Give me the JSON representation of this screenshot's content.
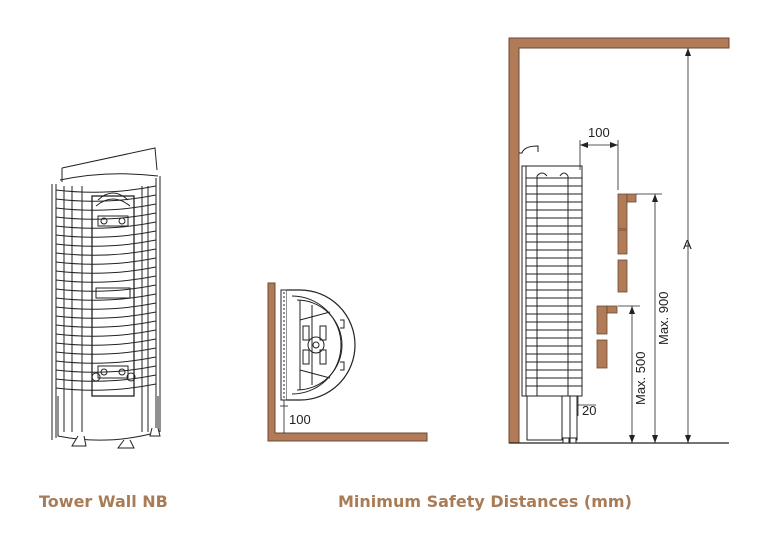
{
  "captions": {
    "product": "Tower Wall NB",
    "distances": "Minimum Safety Distances (mm)"
  },
  "labels": {
    "top_view_clearance": "100",
    "side_clearance": "100",
    "floor_gap": "20",
    "max_500": "Max. 500",
    "max_900": "Max. 900",
    "height_a": "A"
  },
  "colors": {
    "wall": "#b07b56",
    "wall_stroke": "#6a4a33",
    "line": "#222222",
    "caption": "#a87c57"
  }
}
